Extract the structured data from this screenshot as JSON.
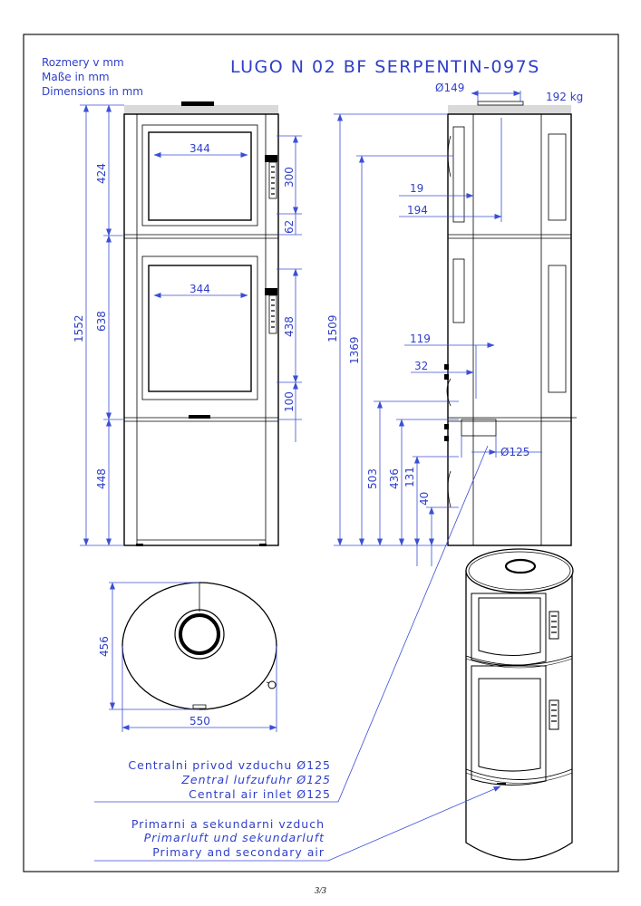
{
  "header": {
    "units_cz": "Rozmery v mm",
    "units_de": "Maße in mm",
    "units_en": "Dimensions in mm",
    "model": "LUGO N 02 BF SERPENTIN-097S"
  },
  "front_view": {
    "dim_window_width_top": "344",
    "dim_window_width_mid": "344",
    "dim_upper_section": "424",
    "dim_middle_section": "638",
    "dim_lower_section": "448",
    "dim_total_height": "1552",
    "dim_handle_300": "300",
    "dim_62": "62",
    "dim_438": "438",
    "dim_100": "100"
  },
  "side_view": {
    "flue_diameter": "Ø149",
    "weight": "192 kg",
    "dim_19": "19",
    "dim_194": "194",
    "dim_1509": "1509",
    "dim_1369": "1369",
    "dim_119": "119",
    "dim_32": "32",
    "dim_503": "503",
    "dim_436": "436",
    "dim_131": "131",
    "dim_40": "40",
    "air_inlet_diameter": "Ø125"
  },
  "top_view": {
    "depth": "456",
    "width": "550"
  },
  "callouts": {
    "central_air_cz": "Centralni privod vzduchu Ø125",
    "central_air_de": "Zentral lufzufuhr Ø125",
    "central_air_en": "Central air inlet Ø125",
    "primary_air_cz": "Primarni a sekundarni vzduch",
    "primary_air_de": "Primarluft und sekundarluft",
    "primary_air_en": "Primary and secondary air"
  },
  "page_number": "3/3"
}
